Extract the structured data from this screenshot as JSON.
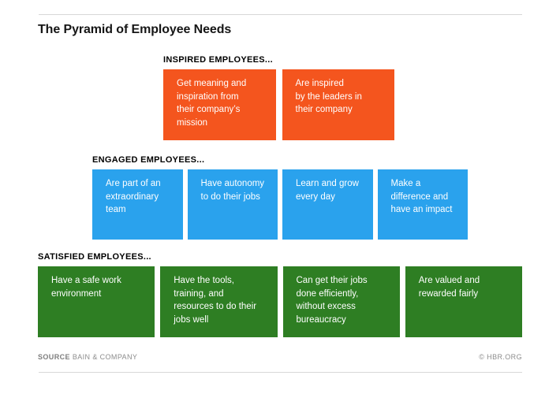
{
  "title": "The Pyramid of Employee Needs",
  "tiers": [
    {
      "id": "inspired",
      "label": "INSPIRED EMPLOYEES...",
      "color": "#f4551e",
      "items": [
        "Get meaning and\ninspiration from\ntheir company’s\nmission",
        "Are inspired\nby the leaders in\ntheir company"
      ]
    },
    {
      "id": "engaged",
      "label": "ENGAGED EMPLOYEES...",
      "color": "#2aa2ed",
      "items": [
        "Are part of an\nextraordinary\nteam",
        "Have autonomy\nto do their jobs",
        "Learn and grow\nevery day",
        "Make a\ndifference and\nhave an impact"
      ]
    },
    {
      "id": "satisfied",
      "label": "SATISFIED EMPLOYEES...",
      "color": "#2e7e23",
      "items": [
        "Have a safe work\nenvironment",
        "Have the tools,\ntraining, and\nresources to do their\njobs well",
        "Can get their jobs\ndone efficiently,\nwithout excess\nbureaucracy",
        "Are valued and\nrewarded fairly"
      ]
    }
  ],
  "footer": {
    "source_label": "SOURCE",
    "source_value": "BAIN & COMPANY",
    "credit": "© HBR.ORG"
  },
  "colors": {
    "background": "#ffffff",
    "rule": "#d8d8d8",
    "title_text": "#161616",
    "label_text": "#000000",
    "box_text": "#ffffff",
    "footer_text": "#8c8c8c",
    "inspired": "#f4551e",
    "engaged": "#2aa2ed",
    "satisfied": "#2e7e23"
  }
}
